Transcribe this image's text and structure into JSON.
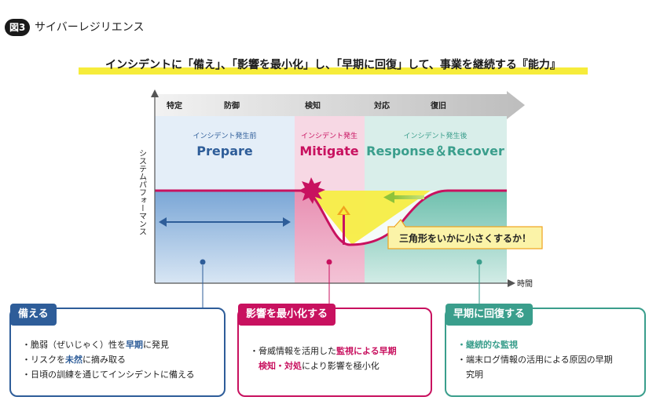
{
  "figure": {
    "badge": "図3",
    "title": "サイバーレジリエンス"
  },
  "headline": "インシデントに「備え」、「影響を最小化」し、「早期に回復」して、事業を継続する『能力』",
  "timeline": {
    "stages": [
      "特定",
      "防御",
      "検知",
      "対応",
      "復旧"
    ],
    "y_axis_label": "システムパフォーマンス",
    "x_axis_label": "時間"
  },
  "phases": {
    "prepare": {
      "sub": "インシデント発生前",
      "name": "Prepare"
    },
    "mitigate": {
      "sub": "インシデント発生",
      "name": "Mitigate"
    },
    "recover": {
      "sub": "インシデント発生後",
      "name": "Response＆Recover"
    }
  },
  "callout": "三角形をいかに小さくするか！",
  "cards": {
    "prepare": {
      "tag": "備える",
      "items": [
        {
          "pre": "・脆弱（ぜいじゃく）性を",
          "em": "早期",
          "post": "に発見"
        },
        {
          "pre": "・リスクを",
          "em": "未然",
          "post": "に摘み取る"
        },
        {
          "pre": "・日頃の訓練を通じてインシデントに備える",
          "em": "",
          "post": ""
        }
      ]
    },
    "mitigate": {
      "tag": "影響を最小化する",
      "items": [
        {
          "pre": "・脅威情報を活用した",
          "em": "監視による早期",
          "post": ""
        },
        {
          "pre": "　",
          "em": "検知・対処",
          "post": "により影響を極小化"
        }
      ]
    },
    "recover": {
      "tag": "早期に回復する",
      "items": [
        {
          "pre": "",
          "em": "・継続的な監視",
          "post": ""
        },
        {
          "pre": "・端末ログ情報の活用による原因の早期",
          "em": "",
          "post": ""
        },
        {
          "pre": "　究明",
          "em": "",
          "post": ""
        }
      ]
    }
  },
  "colors": {
    "blue": "#2e5d99",
    "pink": "#c8115f",
    "green": "#3a9e8c",
    "yellow": "#f6ec3b"
  }
}
